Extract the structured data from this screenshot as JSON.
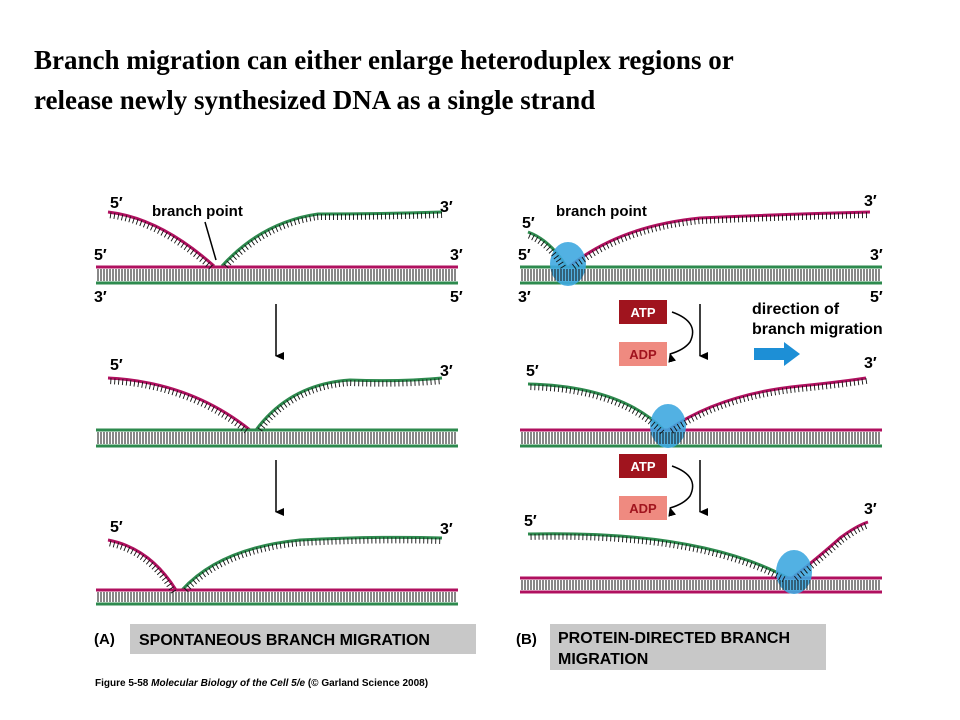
{
  "title": {
    "line1": "Branch migration can either enlarge heteroduplex regions or",
    "line2": "release newly synthesized DNA as a single strand"
  },
  "panel_a": {
    "letter": "(A)",
    "caption": "SPONTANEOUS BRANCH MIGRATION",
    "branch_point": "branch point",
    "row1": {
      "top_left": "5′",
      "top_right": "3′",
      "mid_left": "5′",
      "mid_right": "3′",
      "bot_left": "3′",
      "bot_right": "5′"
    },
    "row2": {
      "top_left": "5′",
      "top_right": "3′"
    },
    "row3": {
      "top_left": "5′",
      "top_right": "3′"
    }
  },
  "panel_b": {
    "letter": "(B)",
    "caption_line1": "PROTEIN-DIRECTED BRANCH",
    "caption_line2": "MIGRATION",
    "branch_point": "branch point",
    "row1": {
      "top_left": "5′",
      "top_right": "3′",
      "mid_left": "5′",
      "mid_right": "3′",
      "bot_left": "3′",
      "bot_right": "5′"
    },
    "row2": {
      "top_left": "5′",
      "top_right": "3′"
    },
    "row3": {
      "top_left": "5′",
      "top_right": "3′"
    },
    "atp": "ATP",
    "adp": "ADP",
    "direction_line1": "direction of",
    "direction_line2": "branch migration"
  },
  "figure_caption": {
    "prefix": "Figure 5-58 ",
    "book": "Molecular Biology of the Cell 5/e",
    "suffix": " (© Garland Science 2008)"
  },
  "colors": {
    "magenta_strand": "#b0105f",
    "green_strand": "#2d8a4e",
    "protein_blue": "#3fa9e0",
    "arrow_blue": "#1d8fd6",
    "atp_fill": "#a0141e",
    "adp_fill": "#ef8a80",
    "caption_box": "#c8c8c8"
  }
}
